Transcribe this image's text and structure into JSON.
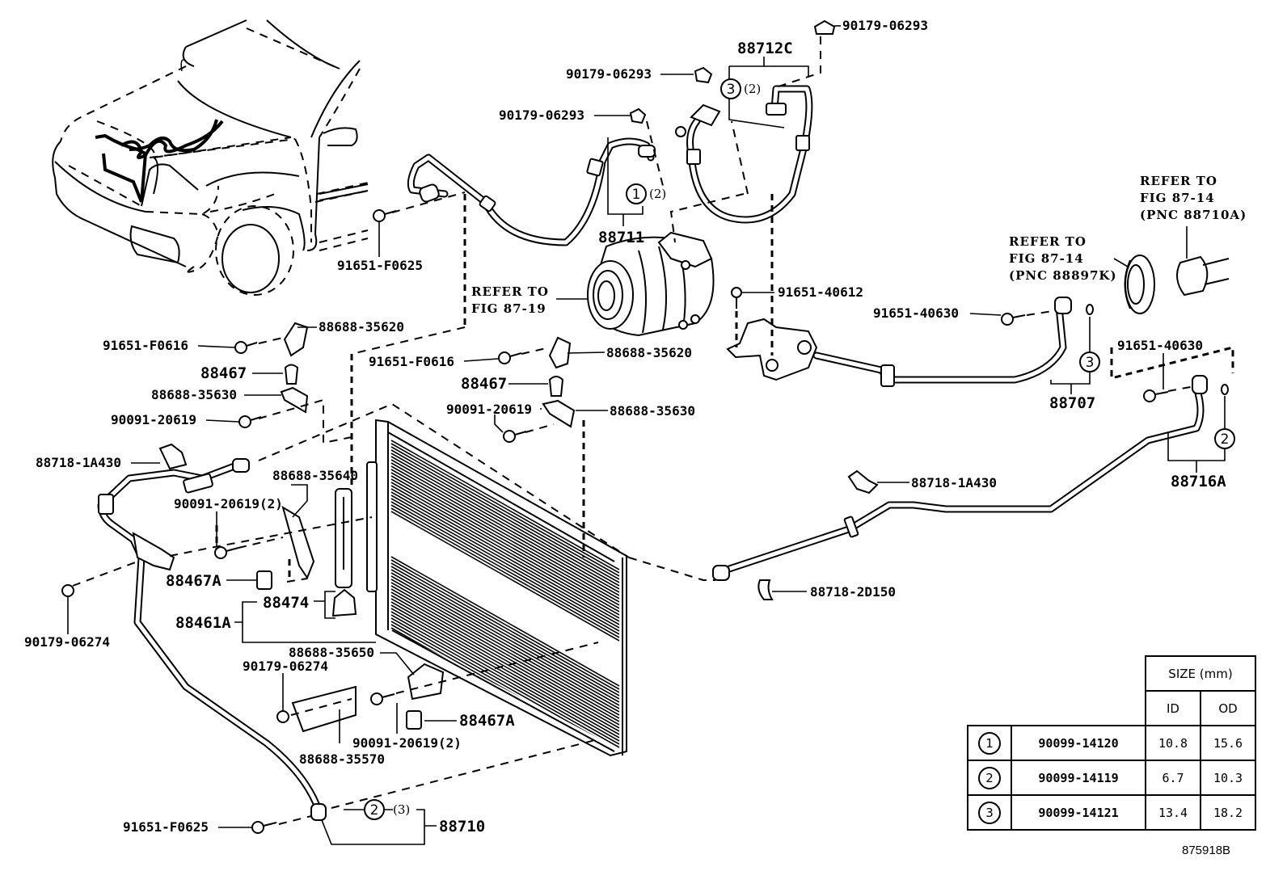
{
  "figure_id": "875918B",
  "parts": {
    "nut_top_right": "90179-06293",
    "hose_88712c": "88712C",
    "nut_top_mid": "90179-06293",
    "nut_upper_left": "90179-06293",
    "qty_3_2": "(2)",
    "qty_1_2": "(2)",
    "hose_88711": "88711",
    "bolt_f0625_top": "91651-F0625",
    "refer_compressor_l1": "REFER TO",
    "refer_compressor_l2": "FIG 87-19",
    "refer_clutch_l1": "REFER TO",
    "refer_clutch_l2": "FIG 87-14",
    "refer_clutch_l3": "(PNC 88710A)",
    "refer_pulley_l1": "REFER TO",
    "refer_pulley_l2": "FIG 87-14",
    "refer_pulley_l3": "(PNC 88897K)",
    "bolt_40612": "91651-40612",
    "bolt_40630_a": "91651-40630",
    "bolt_40630_b": "91651-40630",
    "pipe_88707": "88707",
    "pipe_88716a": "88716A",
    "left_bolt_f0616": "91651-F0616",
    "left_bracket_35620": "88688-35620",
    "left_cushion_88467": "88467",
    "left_bracket_35630": "88688-35630",
    "left_bolt_20619": "90091-20619",
    "mid_bolt_f0616": "91651-F0616",
    "mid_bracket_35620": "88688-35620",
    "mid_cushion_88467": "88467",
    "mid_bolt_20619": "90091-20619",
    "mid_bracket_35630": "88688-35630",
    "clamp_1a430_left": "88718-1A430",
    "clamp_1a430_right": "88718-1A430",
    "bracket_35640": "88688-35640",
    "bolt_20619_2_upper": "90091-20619(2)",
    "cushion_88467a_upper": "88467A",
    "dryer_88474": "88474",
    "condenser_88461a": "88461A",
    "nut_06274_left": "90179-06274",
    "bracket_35650": "88688-35650",
    "nut_06274_lower": "90179-06274",
    "cushion_88467a_lower": "88467A",
    "bolt_20619_2_lower": "90091-20619(2)",
    "bracket_35570": "88688-35570",
    "clip_2d150": "88718-2D150",
    "bolt_f0625_bottom": "91651-F0625",
    "qty_2_3": "(3)",
    "pipe_88710": "88710"
  },
  "callouts": {
    "c1": "1",
    "c2": "2",
    "c3": "3"
  },
  "size_table": {
    "header_size": "SIZE (mm)",
    "header_id": "ID",
    "header_od": "OD",
    "rows": [
      {
        "ref": "1",
        "part": "90099-14120",
        "id": "10.8",
        "od": "15.6"
      },
      {
        "ref": "2",
        "part": "90099-14119",
        "id": "6.7",
        "od": "10.3"
      },
      {
        "ref": "3",
        "part": "90099-14121",
        "id": "13.4",
        "od": "18.2"
      }
    ]
  }
}
